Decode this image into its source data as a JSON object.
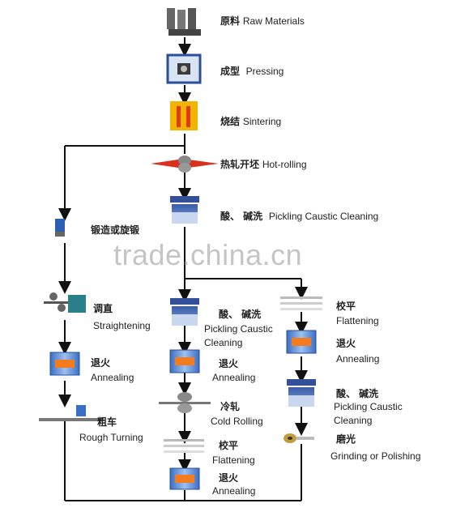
{
  "watermark": "trade.china.cn",
  "steps": {
    "raw_materials": {
      "zh": "原料",
      "en": "Raw Materials"
    },
    "pressing": {
      "zh": "成型",
      "en": "Pressing"
    },
    "sintering": {
      "zh": "烧结",
      "en": "Sintering"
    },
    "hot_rolling": {
      "zh": "热轧开坯",
      "en": "Hot-rolling"
    },
    "pickling_main": {
      "zh": "酸、 碱洗",
      "en": "Pickling Caustic Cleaning"
    },
    "forging": {
      "zh": "锻造或旋锻",
      "en": ""
    },
    "straightening": {
      "zh": "调直",
      "en": "Straightening"
    },
    "annealing_left": {
      "zh": "退火",
      "en": "Annealing"
    },
    "rough_turning": {
      "zh": "粗车",
      "en": "Rough Turning"
    },
    "pickling_mid": {
      "zh": "酸、 碱洗",
      "en1": "Pickling Caustic",
      "en2": "Cleaning"
    },
    "annealing_mid": {
      "zh": "退火",
      "en": "Annealing"
    },
    "cold_rolling": {
      "zh": "冷轧",
      "en": "Cold Rolling"
    },
    "flattening_mid": {
      "zh": "校平",
      "en": "Flattening"
    },
    "annealing_mid2": {
      "zh": "退火",
      "en": "Annealing"
    },
    "flattening_right": {
      "zh": "校平",
      "en": "Flattening"
    },
    "annealing_right": {
      "zh": "退火",
      "en": "Annealing"
    },
    "pickling_right": {
      "zh": "酸、 碱洗",
      "en1": "Pickling Caustic",
      "en2": "Cleaning"
    },
    "grinding": {
      "zh": "磨光",
      "en": "Grinding or Polishing"
    }
  }
}
